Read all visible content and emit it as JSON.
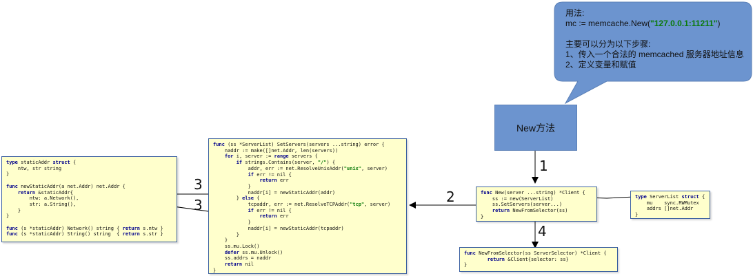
{
  "bubble": {
    "line1": "用法:",
    "line2_pre": "mc := memcache.New(",
    "line2_str": "\"127.0.0.1:11211\"",
    "line2_post": ")",
    "line3": "主要可以分为以下步骤:",
    "line4": "1、传入一个合法的 memcached 服务器地址信息",
    "line5": "2、定义变量和赋值"
  },
  "new_box": {
    "label": "New方法"
  },
  "box_new_func": [
    "func New(server ...string) *Client {",
    "    ss := new(ServerList)",
    "    ss.SetServers(server...)",
    "    return NewFromSelector(ss)",
    "}"
  ],
  "box_serverlist": [
    "type ServerList struct {",
    "    mu    sync.RWMutex",
    "    addrs []net.Addr",
    "}"
  ],
  "box_from_selector": [
    "func NewFromSelector(ss ServerSelector) *Client {",
    "        return &Client{selector: ss}",
    "}"
  ],
  "box_setservers": [
    "func (ss *ServerList) SetServers(servers ...string) error {",
    "    naddr := make([]net.Addr, len(servers))",
    "    for i, server := range servers {",
    "        if strings.Contains(server, \"/\") {",
    "            addr, err := net.ResolveUnixAddr(\"unix\", server)",
    "            if err != nil {",
    "                return err",
    "            }",
    "            naddr[i] = newStaticAddr(addr)",
    "        } else {",
    "            tcpaddr, err := net.ResolveTCPAddr(\"tcp\", server)",
    "            if err != nil {",
    "                return err",
    "            }",
    "            naddr[i] = newStaticAddr(tcpaddr)",
    "        }",
    "    }",
    "    ss.mu.Lock()",
    "    defer ss.mu.Unlock()",
    "    ss.addrs = naddr",
    "    return nil",
    "}"
  ],
  "box_staticaddr": [
    "type staticAddr struct {",
    "    ntw, str string",
    "}",
    "",
    "func newStaticAddr(a net.Addr) net.Addr {",
    "    return &staticAddr{",
    "        ntw: a.Network(),",
    "        str: a.String(),",
    "    }",
    "}",
    "",
    "func (s *staticAddr) Network() string { return s.ntw }",
    "func (s *staticAddr) String() string  { return s.str }"
  ],
  "labels": {
    "n1": "1",
    "n2": "2",
    "n3a": "3",
    "n3b": "3",
    "n4": "4"
  },
  "colors": {
    "bubble_fill": "#6c94cf",
    "code_fill": "#ffffcc",
    "code_border": "#3a5fa0",
    "keyword": "#00008b",
    "string": "#0a7a0a"
  }
}
